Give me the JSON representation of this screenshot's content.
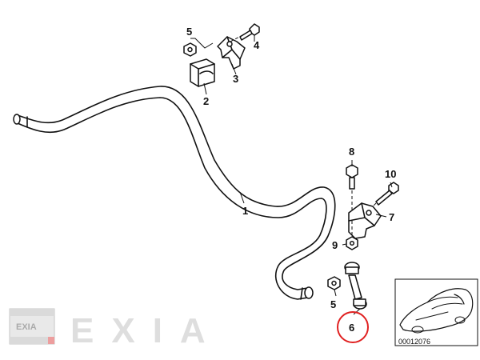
{
  "callouts": {
    "c1": "1",
    "c2": "2",
    "c3": "3",
    "c4": "4",
    "c5a": "5",
    "c5b": "5",
    "c6": "6",
    "c7": "7",
    "c8": "8",
    "c9": "9",
    "c10": "10"
  },
  "highlight_color": "#e02020",
  "inset": {
    "reference_code": "00012076"
  },
  "watermark": {
    "logo_text": "EXIA",
    "brand_text": "EXIA"
  }
}
